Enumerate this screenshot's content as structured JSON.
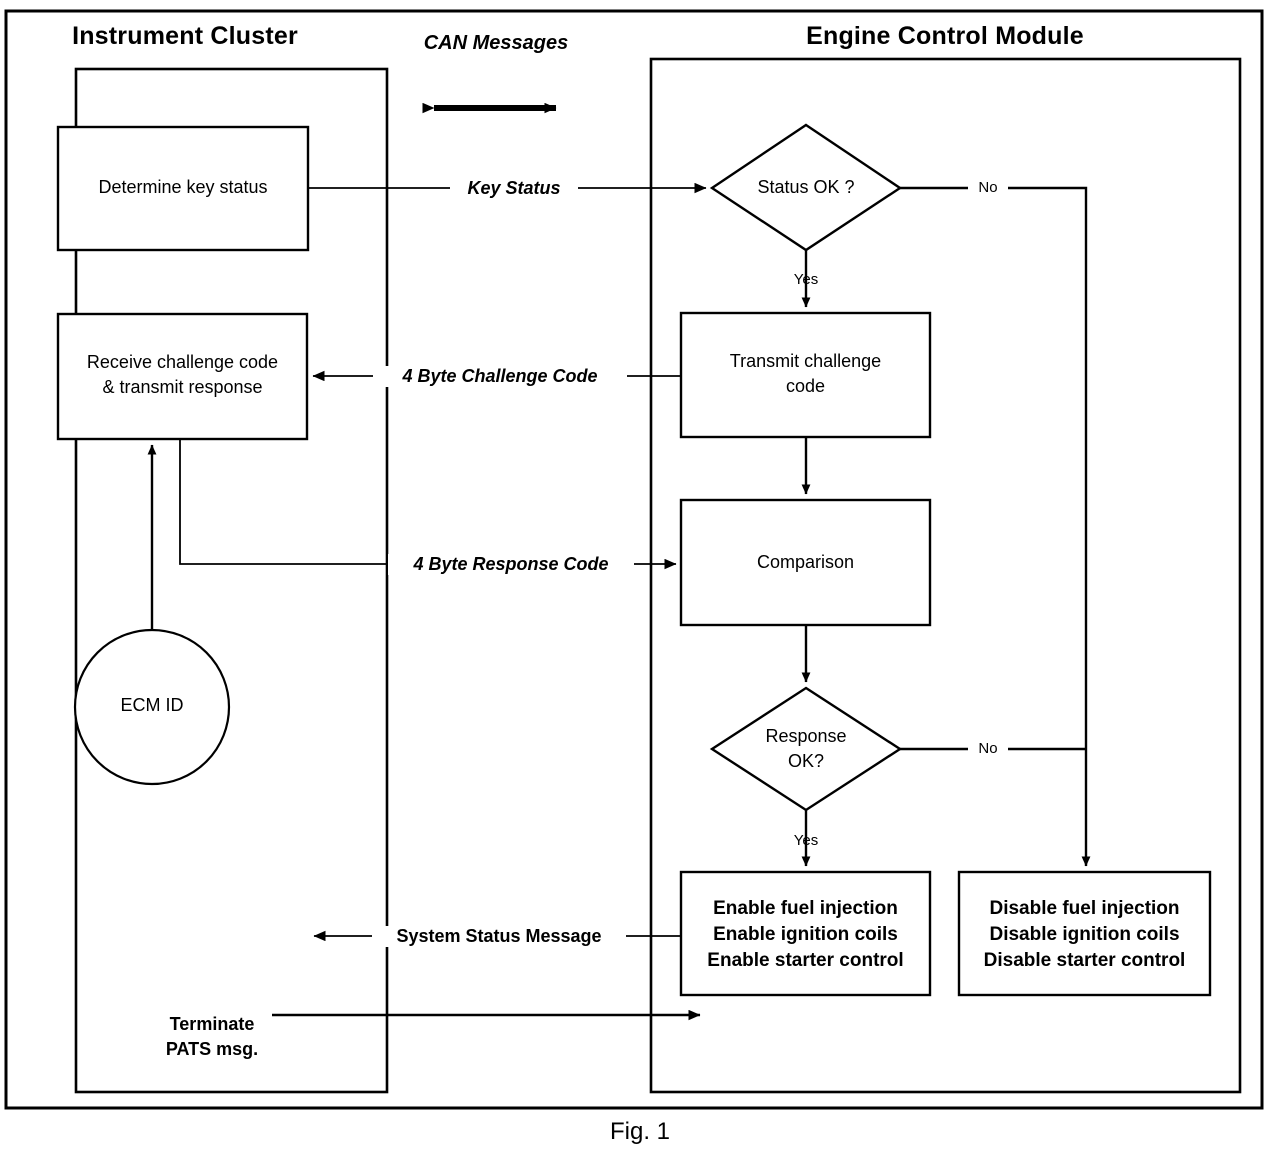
{
  "figure": {
    "caption": "Fig. 1",
    "type": "flowchart",
    "lanes": [
      {
        "id": "instrument-cluster",
        "title": "Instrument Cluster"
      },
      {
        "id": "engine-control-module",
        "title": "Engine Control Module"
      }
    ]
  },
  "can": {
    "label": "CAN Messages",
    "arrow": "double-headed-horizontal-arrow"
  },
  "instrument_cluster": {
    "title": "Instrument Cluster",
    "nodes": [
      {
        "id": "determine-key-status",
        "shape": "rect",
        "text": "Determine key status"
      },
      {
        "id": "receive-challenge-code",
        "shape": "rect",
        "line1": "Receive challenge code",
        "line2": "& transmit response"
      },
      {
        "id": "ecm-id",
        "shape": "circle",
        "text": "ECM ID"
      }
    ],
    "terminate": {
      "line1": "Terminate",
      "line2": "PATS msg."
    }
  },
  "engine_control_module": {
    "title": "Engine Control Module",
    "nodes": [
      {
        "id": "status-ok",
        "shape": "diamond",
        "text": "Status OK ?"
      },
      {
        "id": "transmit-challenge-code",
        "shape": "rect",
        "line1": "Transmit challenge",
        "line2": "code"
      },
      {
        "id": "comparison",
        "shape": "rect",
        "text": "Comparison"
      },
      {
        "id": "response-ok",
        "shape": "diamond",
        "line1": "Response",
        "line2": "OK?"
      },
      {
        "id": "enable-actions",
        "shape": "rect",
        "line1": "Enable fuel injection",
        "line2": "Enable ignition coils",
        "line3": "Enable starter control"
      },
      {
        "id": "disable-actions",
        "shape": "rect",
        "line1": "Disable fuel injection",
        "line2": "Disable ignition coils",
        "line3": "Disable starter control"
      }
    ],
    "branch_labels": {
      "status_yes": "Yes",
      "status_no": "No",
      "response_yes": "Yes",
      "response_no": "No"
    }
  },
  "messages": [
    {
      "id": "key-status",
      "label": "Key Status",
      "direction": "ic-to-ecm"
    },
    {
      "id": "challenge-code",
      "label": "4 Byte Challenge Code",
      "direction": "ecm-to-ic"
    },
    {
      "id": "response-code",
      "label": "4 Byte Response Code",
      "direction": "ic-to-ecm"
    },
    {
      "id": "system-status-message",
      "label": "System Status Message",
      "direction": "ecm-to-ic"
    }
  ],
  "colors": {
    "stroke": "#000000",
    "background": "#ffffff",
    "text": "#000000"
  }
}
